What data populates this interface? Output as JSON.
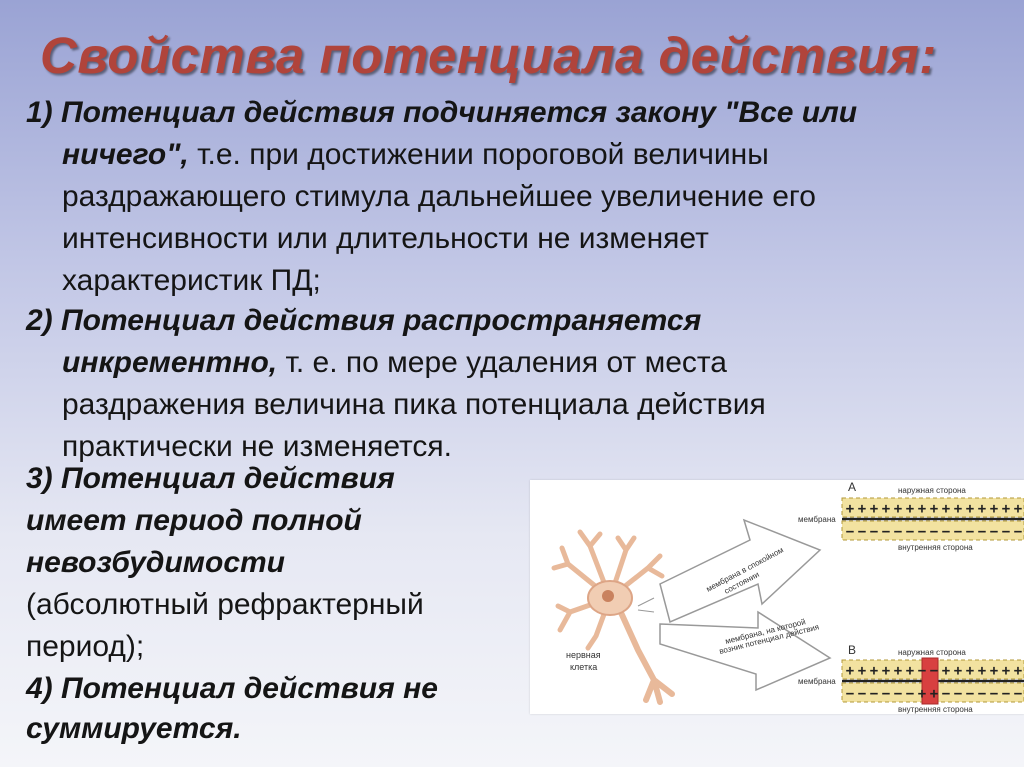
{
  "title": "Свойства потенциала действия:",
  "item1": {
    "bold_line1": "1) Потенциал действия подчиняется закону \"Все или",
    "bold_line2": "ничего\",",
    "rest_line2": " т.е. при достижении пороговой величины",
    "line3": "раздражающего стимула дальнейшее увеличение его",
    "line4": "интенсивности  или длительности не изменяет",
    "line5": "характеристик ПД;"
  },
  "item2": {
    "bold_line1": "2) Потенциал действия распространяется",
    "bold_line2": "инкрементно,",
    "rest_line2": " т. е. по мере удаления от места",
    "line3": "раздражения величина пика потенциала действия",
    "line4": "практически не изменяется."
  },
  "item3": {
    "bold_line1": "3) Потенциал действия",
    "bold_line2": "имеет период полной",
    "bold_line3": "невозбудимости",
    "line4": "(абсолютный рефрактерный",
    "line5": "период);"
  },
  "item4": {
    "bold_line1": "4) Потенциал действия не",
    "bold_line2": "суммируется."
  },
  "figure": {
    "label_a": "А",
    "label_b": "В",
    "outer_side_a": "наружная сторона",
    "inner_side_a": "внутренняя сторона",
    "outer_side_b": "наружная сторона",
    "inner_side_b": "внутренняя сторона",
    "membrane_a": "мембрана",
    "membrane_b": "мембрана",
    "arrow_a_line1": "мембрана в спокойном",
    "arrow_a_line2": "состоянии",
    "arrow_b_line1": "мембрана, на которой",
    "arrow_b_line2": "возник потенциал действия",
    "cell_line1": "нервная",
    "cell_line2": "клетка",
    "plus_sign": "+",
    "minus_sign": "−"
  }
}
